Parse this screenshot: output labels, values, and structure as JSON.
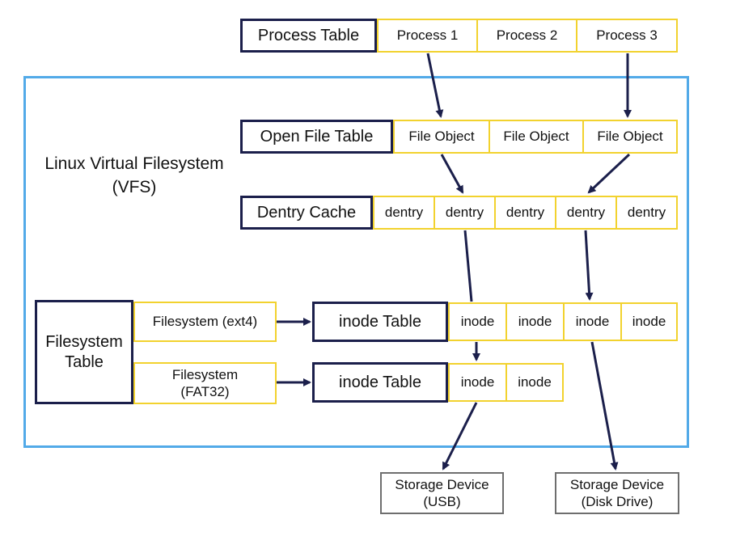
{
  "vfs_label": "Linux Virtual Filesystem\n(VFS)",
  "process_table": {
    "label": "Process Table",
    "entries": [
      "Process 1",
      "Process 2",
      "Process 3"
    ]
  },
  "open_file_table": {
    "label": "Open File Table",
    "entries": [
      "File Object",
      "File Object",
      "File Object"
    ]
  },
  "dentry_cache": {
    "label": "Dentry Cache",
    "entries": [
      "dentry",
      "dentry",
      "dentry",
      "dentry",
      "dentry"
    ]
  },
  "filesystem_table": {
    "label": "Filesystem\nTable",
    "entries": [
      "Filesystem (ext4)",
      "Filesystem\n(FAT32)"
    ]
  },
  "inode_tables": [
    {
      "label": "inode Table",
      "entries": [
        "inode",
        "inode",
        "inode",
        "inode"
      ]
    },
    {
      "label": "inode Table",
      "entries": [
        "inode",
        "inode"
      ]
    }
  ],
  "storage_devices": [
    "Storage Device\n(USB)",
    "Storage Device\n(Disk Drive)"
  ],
  "colors": {
    "vfs_border": "#52aae8",
    "label_box_border": "#1b1f4b",
    "entry_border": "#f2d22e",
    "device_border": "#6e6e6e",
    "arrow": "#1b1f4b"
  }
}
